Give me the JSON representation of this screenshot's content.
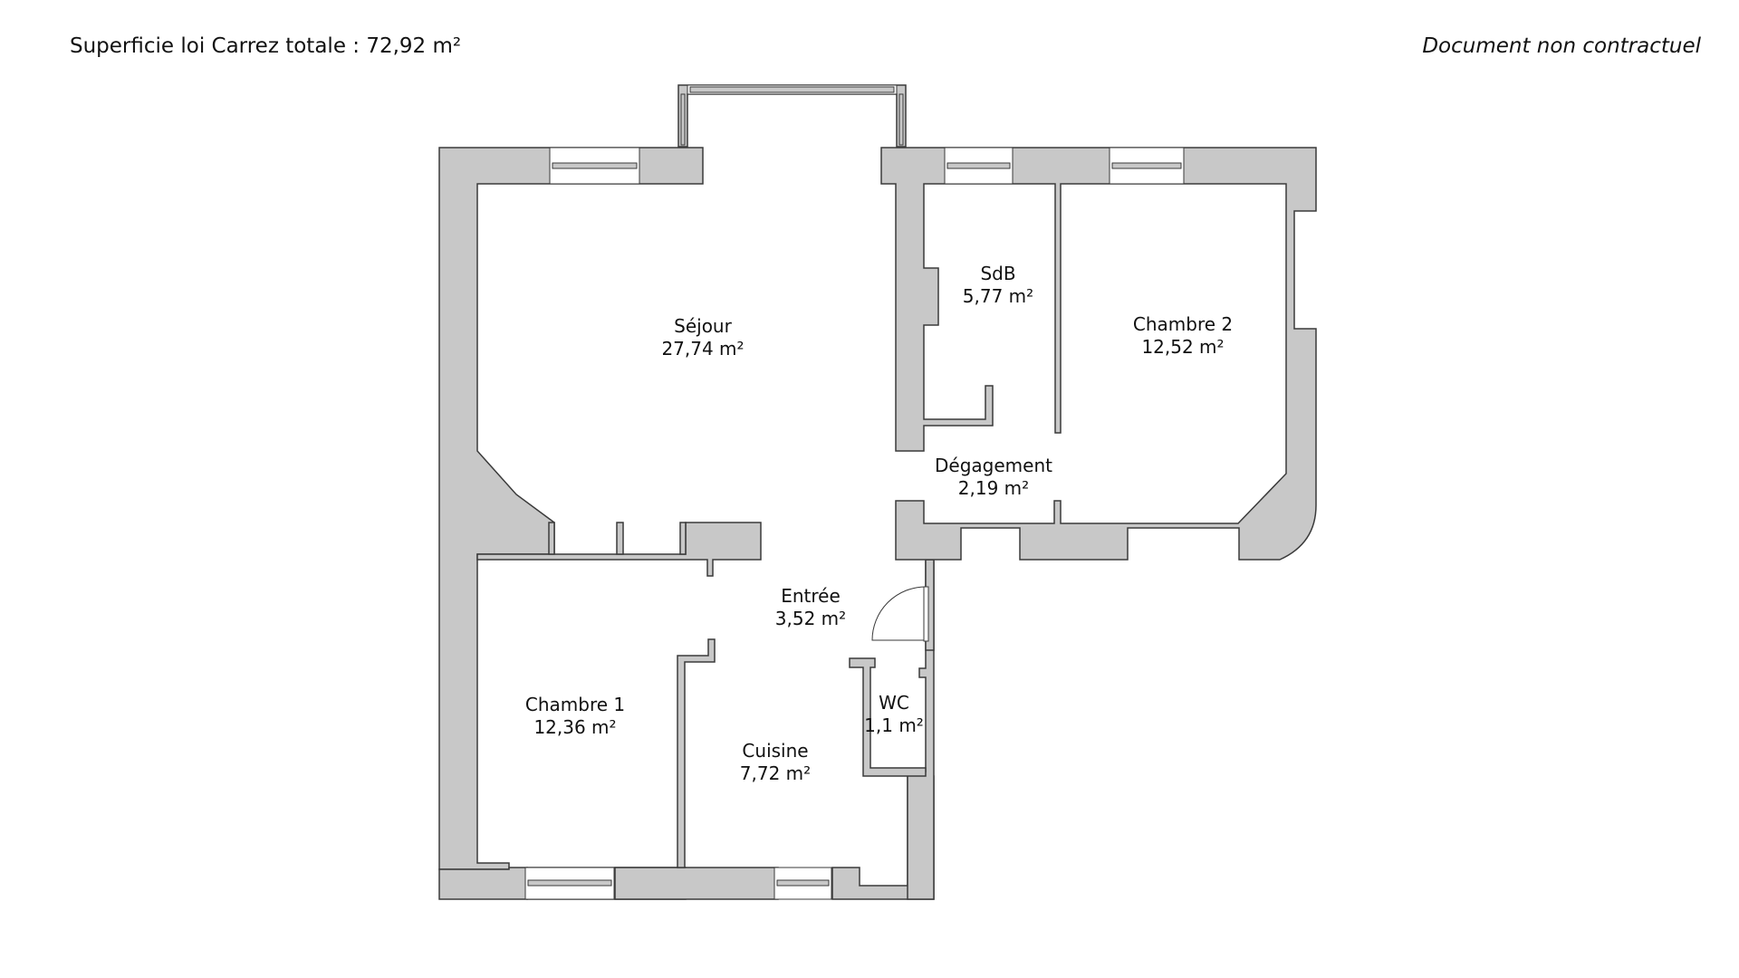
{
  "header": {
    "total_label": "Superficie loi Carrez totale :",
    "total_value": "72,92 m²",
    "disclaimer": "Document non contractuel"
  },
  "colors": {
    "wall": "#c8c8c8",
    "wall_stroke": "#3a3a3a",
    "text": "#111111",
    "background": "#ffffff"
  },
  "rooms": {
    "sejour": {
      "name": "Séjour",
      "area": "27,74 m²"
    },
    "sdb": {
      "name": "SdB",
      "area": "5,77 m²"
    },
    "chambre2": {
      "name": "Chambre 2",
      "area": "12,52 m²"
    },
    "degagement": {
      "name": "Dégagement",
      "area": "2,19 m²"
    },
    "entree": {
      "name": "Entrée",
      "area": "3,52 m²"
    },
    "chambre1": {
      "name": "Chambre 1",
      "area": "12,36 m²"
    },
    "wc": {
      "name": "WC",
      "area": "1,1 m²"
    },
    "cuisine": {
      "name": "Cuisine",
      "area": "7,72 m²"
    }
  }
}
